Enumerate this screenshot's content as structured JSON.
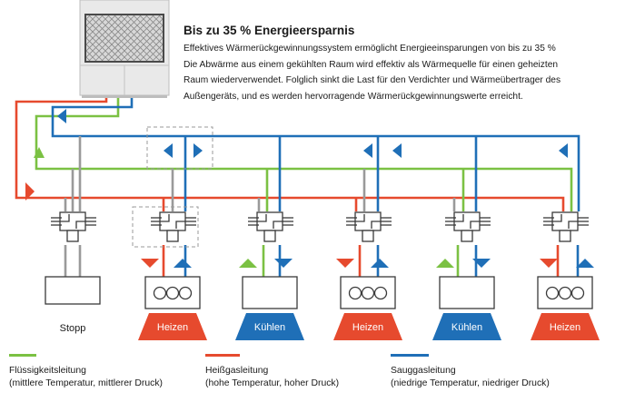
{
  "header": {
    "title": "Bis zu 35 % Energieersparnis",
    "lines": [
      "Effektives Wärmerückgewinnungssystem ermöglicht Energieeinsparungen von bis zu 35 %",
      "Die Abwärme aus einem gekühlten Raum wird effektiv als Wärmequelle für einen geheizten",
      "Raum wiederverwendet. Folglich sinkt die Last für den Verdichter und Wärmeübertrager des",
      "Außengeräts, und es werden hervorragende Wärmerückgewinnungswerte erreicht."
    ]
  },
  "units": [
    {
      "label": "Stopp",
      "mode": "stop"
    },
    {
      "label": "Heizen",
      "mode": "heat"
    },
    {
      "label": "Kühlen",
      "mode": "cool"
    },
    {
      "label": "Heizen",
      "mode": "heat"
    },
    {
      "label": "Kühlen",
      "mode": "cool"
    },
    {
      "label": "Heizen",
      "mode": "heat"
    }
  ],
  "legend": [
    {
      "name": "Flüssigkeitsleitung",
      "desc": "(mittlere Temperatur, mittlerer Druck)",
      "color": "#7bc143"
    },
    {
      "name": "Heißgasleitung",
      "desc": "(hohe Temperatur, hoher Druck)",
      "color": "#e64a2e"
    },
    {
      "name": "Sauggasleitung",
      "desc": "(niedrige Temperatur, niedriger Druck)",
      "color": "#1f6fb7"
    }
  ],
  "colors": {
    "liquid": "#7bc143",
    "hotgas": "#e64a2e",
    "suction": "#1f6fb7",
    "pipe_gray": "#9a9a9a",
    "cool_fill": "#1f6fb7",
    "heat_fill": "#e64a2e"
  }
}
